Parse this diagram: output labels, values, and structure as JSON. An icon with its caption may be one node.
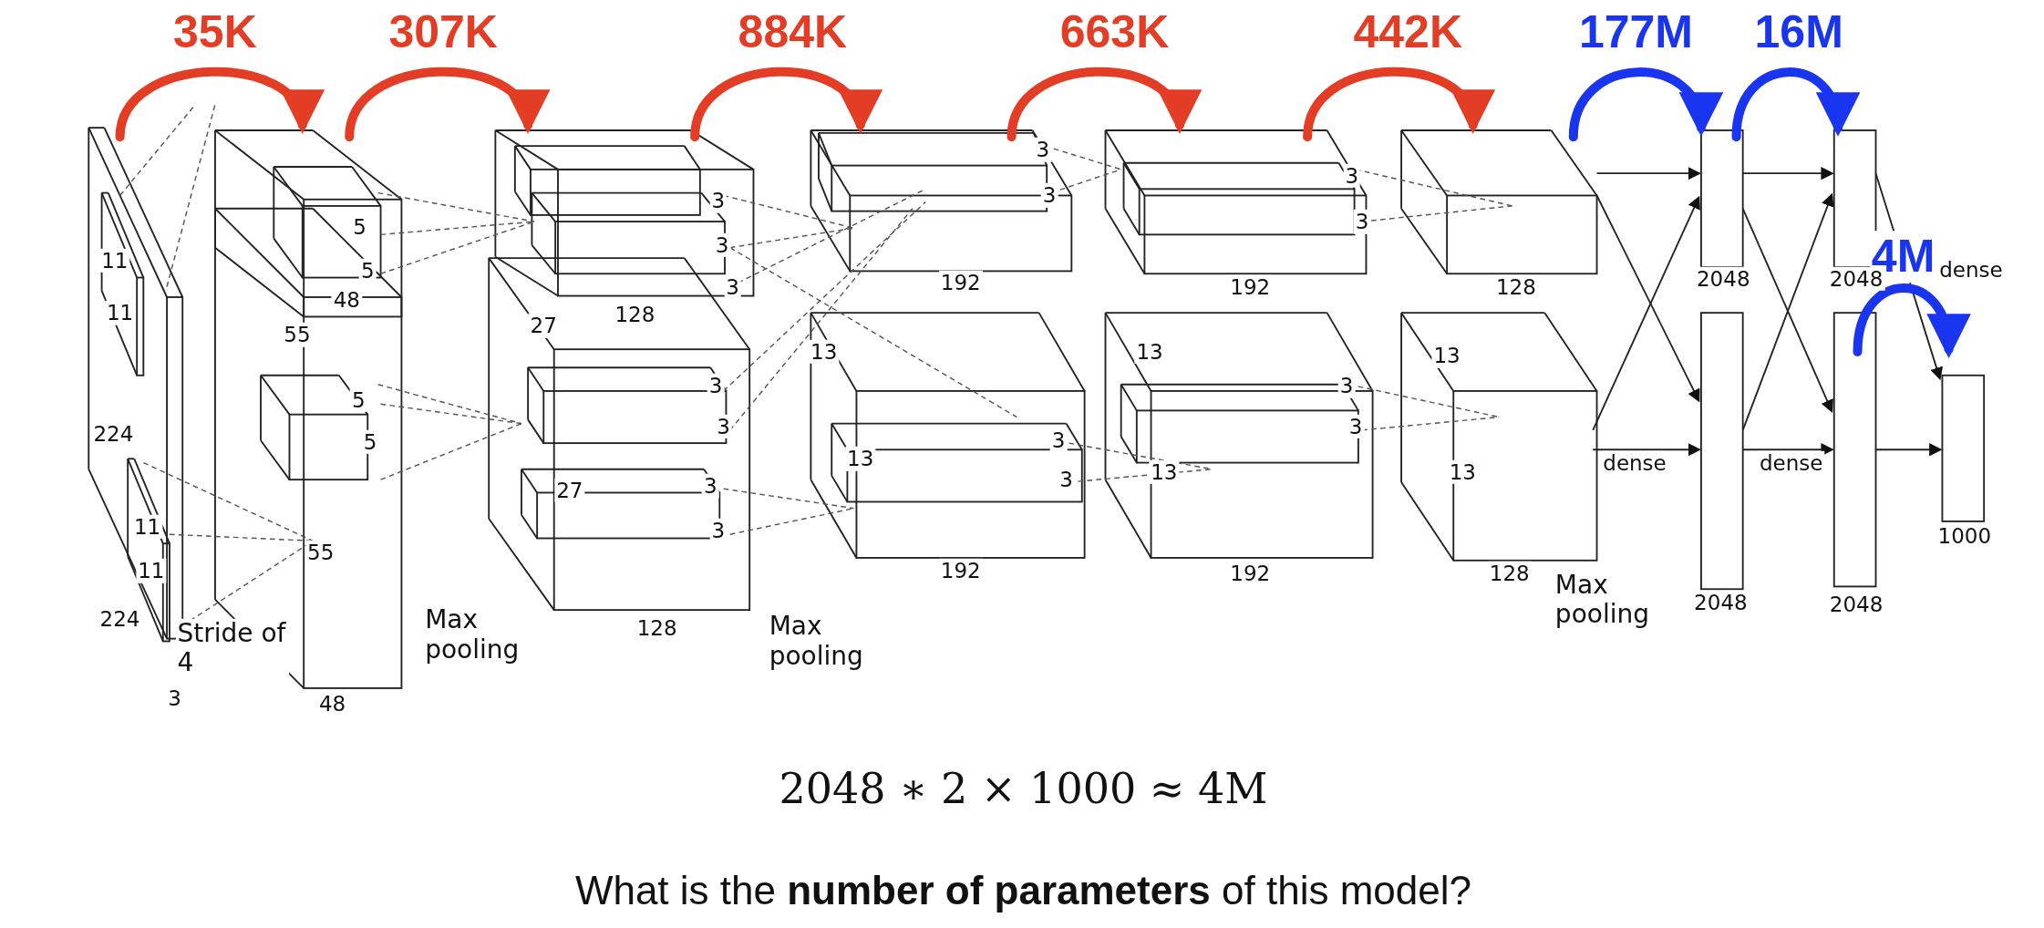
{
  "diagram": {
    "caption": "What is the **number of parameters** of this model?",
    "labels": [
      "35K",
      "307K",
      "884K",
      "663K",
      "442K",
      "177M",
      "16M",
      "4M",
      "11",
      "11",
      "224",
      "11",
      "11",
      "224",
      "Stride of 4",
      "3",
      "5",
      "5",
      "48",
      "55",
      "5",
      "5",
      "55",
      "48",
      "Max pooling",
      "3",
      "3",
      "3",
      "128",
      "27",
      "3",
      "3",
      "27",
      "3",
      "3",
      "128",
      "Max pooling",
      "3",
      "3",
      "192",
      "13",
      "13",
      "3",
      "3",
      "192",
      "3",
      "3",
      "192",
      "13",
      "3",
      "3",
      "13",
      "192",
      "128",
      "13",
      "13",
      "128",
      "Max pooling",
      "dense",
      "2048",
      "2048",
      "dense",
      "2048",
      "2048",
      "dense",
      "1000",
      "2048 ∗ 2 × 1000 ≈ 4M"
    ]
  }
}
